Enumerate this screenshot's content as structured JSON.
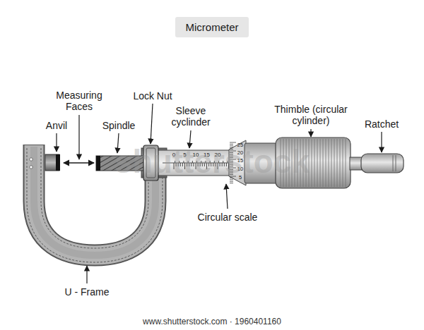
{
  "diagram": {
    "nodes": [
      {
        "text": [
          "Micrometer"
        ]
      }
    ],
    "labels": [
      "Anvil",
      "Measuring Faces",
      "Spindle",
      "Lock Nut",
      "Sleeve cyclinder",
      "Thimble (circular cylinder)",
      "Ratchet",
      "Circular scale",
      "U - Frame",
      "0",
      "5",
      "10",
      "15",
      "20",
      "25",
      "20",
      "15",
      "10",
      "5",
      "shutterstock",
      "www.shutterstock.com · 1960401160"
    ]
  }
}
